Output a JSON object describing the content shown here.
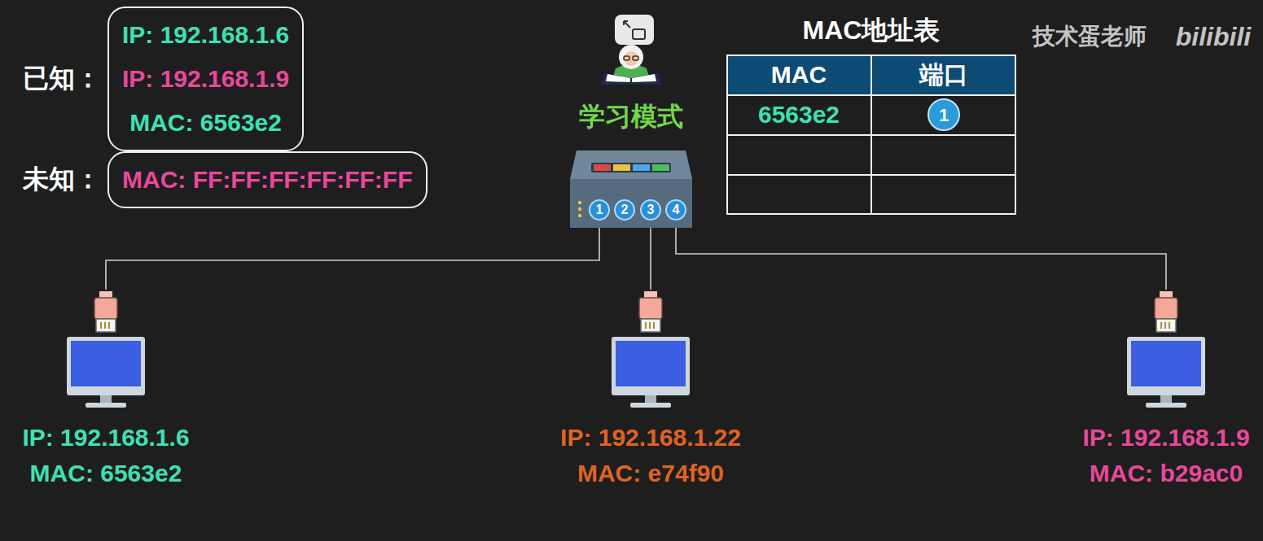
{
  "diagram": {
    "nodes": [
      {
        "text": [
          "已知：",
          "IP: 192.168.1.6",
          "IP: 192.168.1.9",
          "MAC: 6563e2"
        ]
      },
      {
        "text": [
          "未知：",
          "MAC: FF:FF:FF:FF:FF:FF"
        ]
      },
      {
        "text": [
          "学习模式"
        ]
      },
      {
        "text": [
          "1"
        ],
        "in": 2
      },
      {
        "text": [
          "2"
        ],
        "in": 2
      },
      {
        "text": [
          "3"
        ],
        "in": 2
      },
      {
        "text": [
          "4"
        ],
        "in": 2
      },
      {
        "text": [
          "IP: 192.168.1.6",
          "MAC: 6563e2"
        ]
      },
      {
        "text": [
          "IP: 192.168.1.22",
          "MAC: e74f90"
        ]
      },
      {
        "text": [
          "IP: 192.168.1.9",
          "MAC: b29ac0"
        ]
      }
    ],
    "edges": [
      {
        "from": 3,
        "to": 7,
        "arrow": "none"
      },
      {
        "from": 5,
        "to": 8,
        "arrow": "none"
      },
      {
        "from": 6,
        "to": 9,
        "arrow": "none"
      }
    ],
    "labels": [
      "MAC地址表",
      "MAC",
      "端口",
      "6563e2",
      "1",
      "技术蛋老师",
      "bilibili"
    ]
  }
}
